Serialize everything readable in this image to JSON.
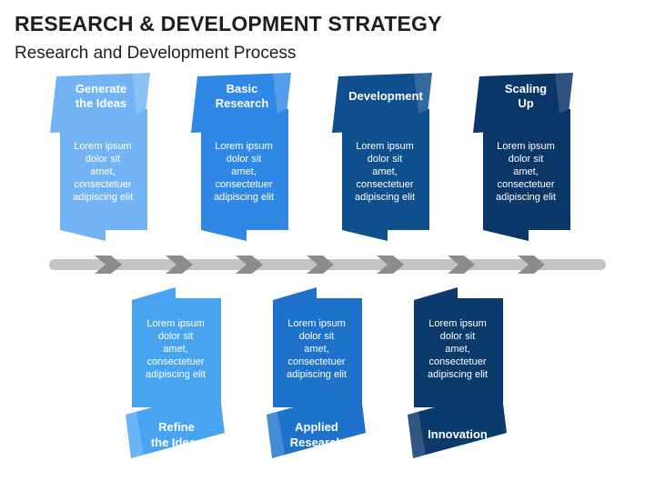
{
  "title": "RESEARCH & DEVELOPMENT STRATEGY",
  "subtitle": "Research and Development Process",
  "colors": {
    "c1": "#72b4f3",
    "c2": "#2f88e6",
    "c3": "#0f4f8e",
    "c4": "#0b3668",
    "c5": "#48a4f0",
    "c6": "#1f72cc",
    "c7": "#0b3a6c",
    "timeline": "#c4c4c4",
    "arrow": "#8c8c8c"
  },
  "top_steps": [
    {
      "title_line1": "Generate",
      "title_line2": "the Ideas",
      "body": [
        "Lorem ipsum",
        "dolor sit",
        "amet,",
        "consectetuer",
        "adipiscing elit"
      ]
    },
    {
      "title_line1": "Basic",
      "title_line2": "Research",
      "body": [
        "Lorem ipsum",
        "dolor sit",
        "amet,",
        "consectetuer",
        "adipiscing elit"
      ]
    },
    {
      "title_line1": "Development",
      "title_line2": "",
      "body": [
        "Lorem ipsum",
        "dolor sit",
        "amet,",
        "consectetuer",
        "adipiscing elit"
      ]
    },
    {
      "title_line1": "Scaling",
      "title_line2": "Up",
      "body": [
        "Lorem ipsum",
        "dolor sit",
        "amet,",
        "consectetuer",
        "adipiscing elit"
      ]
    }
  ],
  "bottom_steps": [
    {
      "title_line1": "Refine",
      "title_line2": "the Ideas",
      "body": [
        "Lorem ipsum",
        "dolor sit",
        "amet,",
        "consectetuer",
        "adipiscing elit"
      ]
    },
    {
      "title_line1": "Applied",
      "title_line2": "Research",
      "body": [
        "Lorem ipsum",
        "dolor sit",
        "amet,",
        "consectetuer",
        "adipiscing elit"
      ]
    },
    {
      "title_line1": "Innovation",
      "title_line2": "",
      "body": [
        "Lorem ipsum",
        "dolor sit",
        "amet,",
        "consectetuer",
        "adipiscing elit"
      ]
    }
  ]
}
